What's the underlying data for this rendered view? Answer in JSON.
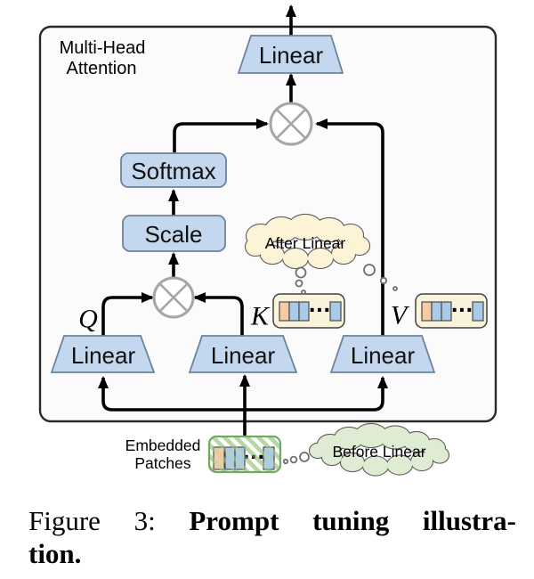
{
  "figure": {
    "panel_label": {
      "line1": "Multi-Head",
      "line2": "Attention"
    },
    "blocks": {
      "linear_out": "Linear",
      "softmax": "Softmax",
      "scale": "Scale",
      "linear_q": "Linear",
      "linear_k": "Linear",
      "linear_v": "Linear"
    },
    "ports": {
      "q": "Q",
      "k": "K",
      "v": "V"
    },
    "clouds": {
      "after_linear": "After Linear",
      "before_linear": "Before Linear"
    },
    "embedded_patches": {
      "line1": "Embedded",
      "line2": "Patches"
    },
    "ellipsis": "···",
    "colors": {
      "block_fill": "#c3d8ee",
      "block_stroke": "#6d839b",
      "panel_fill": "#fbfbfb",
      "panel_stroke": "#2a2a2a",
      "line_black": "#000000",
      "otimes_gray": "#a6a6a6",
      "cream_fill": "#faf3dc",
      "cloud_cream": "#fdf3d6",
      "cloud_stroke": "#5f5f5f",
      "green_cloud_fill": "#ddecd2",
      "hatch_stripe": "#b6d7a6",
      "hatch_border": "#73a95e",
      "cell_orange": "#f6caa2",
      "cell_blue": "#abcae8",
      "cell_stroke": "#4a4a4a"
    }
  },
  "caption": {
    "line1": [
      "Figure",
      "3:",
      "Prompt",
      "tuning",
      "illustra-"
    ],
    "line2": "tion."
  }
}
